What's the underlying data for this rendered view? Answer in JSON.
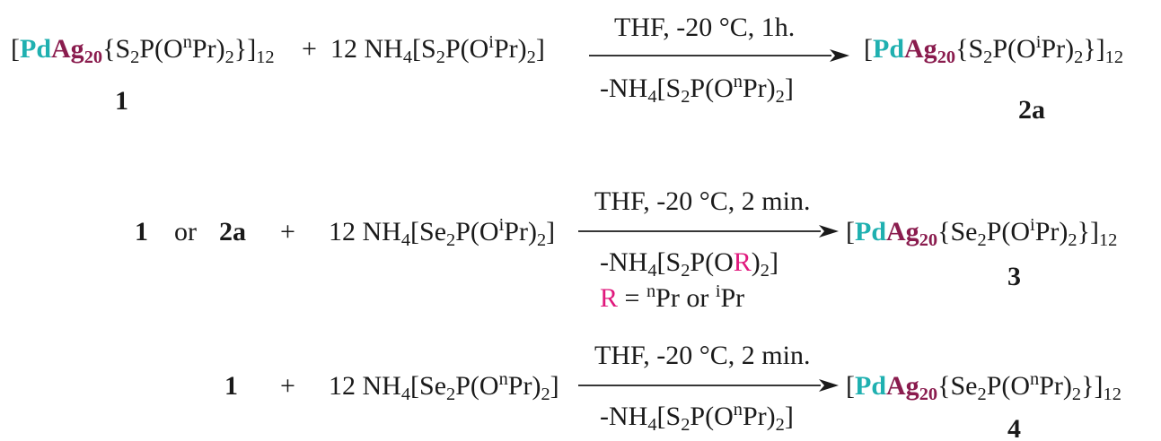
{
  "colors": {
    "pd": "#1fb0b0",
    "ag": "#8a1c4e",
    "r_group": "#e0197d",
    "text": "#1a1a1a"
  },
  "labels": {
    "c1": "1",
    "c2a": "2a",
    "c3": "3",
    "c4": "4"
  },
  "txt": {
    "plus": "+",
    "or": "or",
    "twelve": "12",
    "pd": "Pd",
    "ag": "Ag",
    "ag_sub": "20",
    "sub12": "12",
    "sub2": "2",
    "sub4": "4",
    "sup_n": "n",
    "sup_i": "i",
    "brace_s2p": "{S",
    "brace_se2p": "{Se",
    "nh4_s": "NH",
    "s_open": "[S",
    "se_open": "[Se",
    "p_o": "P(O",
    "pr": "Pr)",
    "close_brace": "}]",
    "close_bracket": "]",
    "neg_nh4": "-NH",
    "thf_1h": "THF, -20 °C, 1h.",
    "thf_2min": "THF, -20 °C, 2 min.",
    "or_r": "R)",
    "r_letter": "R",
    "r_def_eq": " = ",
    "r_def_pr_or": "Pr or ",
    "r_def_pr": "Pr"
  }
}
